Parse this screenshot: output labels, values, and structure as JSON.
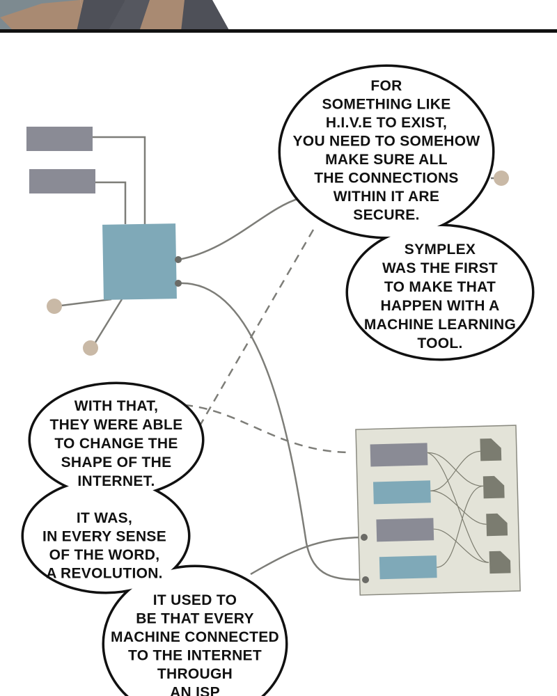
{
  "bubble_top": {
    "para1": [
      "FOR",
      "SOMETHING LIKE",
      "H.I.V.E TO EXIST,",
      "YOU NEED TO SOMEHOW",
      "MAKE SURE ALL",
      "THE CONNECTIONS",
      "WITHIN IT ARE",
      "SECURE."
    ],
    "para2": [
      "SYMPLEX",
      "WAS THE FIRST",
      "TO MAKE THAT",
      "HAPPEN WITH A",
      "MACHINE LEARNING",
      "TOOL."
    ]
  },
  "bubble_bottom": {
    "para1": [
      "WITH THAT,",
      "THEY WERE ABLE",
      "TO CHANGE THE",
      "SHAPE OF THE",
      "INTERNET."
    ],
    "para2": [
      "IT WAS,",
      "IN EVERY SENSE",
      "OF THE WORD,",
      "A REVOLUTION."
    ],
    "para3": [
      "IT USED TO",
      "BE THAT EVERY",
      "MACHINE CONNECTED",
      "TO THE INTERNET",
      "THROUGH",
      "AN ISP"
    ]
  },
  "colors": {
    "blue": "#7fa9b8",
    "gray": "#8a8b95",
    "beige": "#c9b9a6",
    "board": "#e3e3d8",
    "chip": "#7b7c70",
    "line": "#7d7d78"
  }
}
